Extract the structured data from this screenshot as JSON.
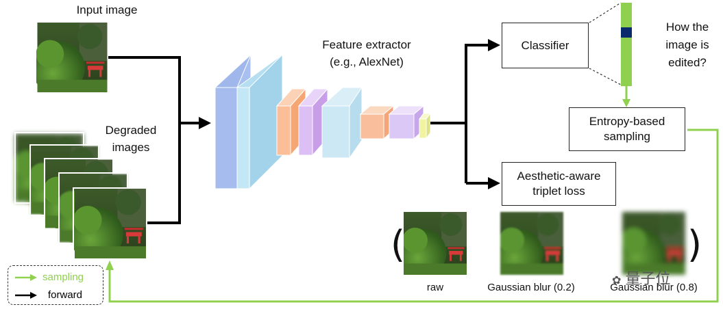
{
  "labels": {
    "input_image": "Input image",
    "degraded_line1": "Degraded",
    "degraded_line2": "images",
    "feature_line1": "Feature extractor",
    "feature_line2": "(e.g., AlexNet)",
    "question_line1": "How the",
    "question_line2": "image is",
    "question_line3": "edited?"
  },
  "boxes": {
    "classifier": "Classifier",
    "entropy_line1": "Entropy-based",
    "entropy_line2": "sampling",
    "triplet_line1": "Aesthetic-aware",
    "triplet_line2": "triplet loss"
  },
  "triplet_images": [
    {
      "label": "raw"
    },
    {
      "label": "Gaussian blur (0.2)"
    },
    {
      "label": "Gaussian blur (0.8)"
    }
  ],
  "legend": {
    "sampling": "sampling",
    "forward": "forward"
  },
  "watermark": "量子位",
  "colors": {
    "sampling_green": "#8fd14f",
    "forward_black": "#000000",
    "output_bar_green": "#8fd14f",
    "output_bar_marker": "#0b2a6b",
    "layer_blue_dark": "#9fb7ea",
    "layer_blue_light": "#bfe3f2",
    "layer_orange": "#f8b48c",
    "layer_purple": "#d6b6f2",
    "layer_yellow": "#f2f5a3"
  }
}
